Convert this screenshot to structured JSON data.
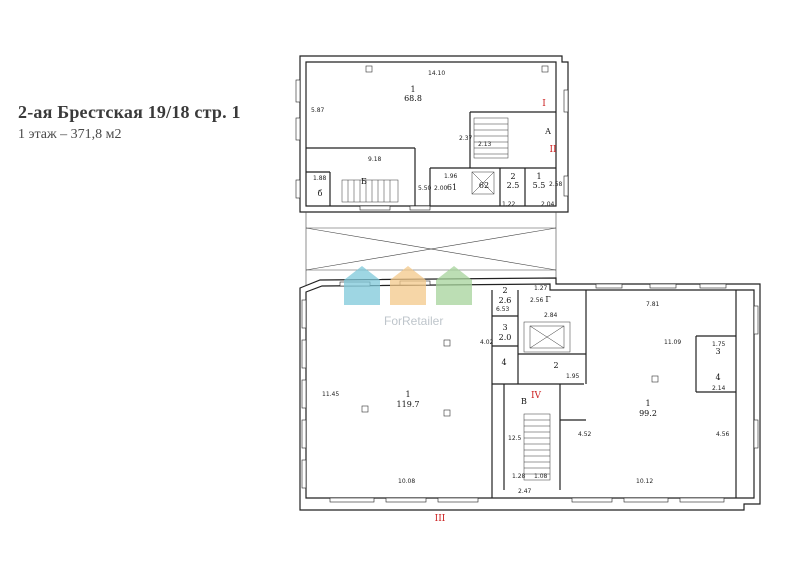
{
  "heading": {
    "title": "2-ая Брестская 19/18 стр. 1",
    "subtitle": "1 этаж – 371,8 м2"
  },
  "watermark": {
    "text": "ForRetailer",
    "colors": [
      "#7ec8d9",
      "#f4c98a",
      "#a6d49b"
    ]
  },
  "plan": {
    "rooms": [
      {
        "number": "1",
        "area": "68.8"
      },
      {
        "number": "1",
        "area": "119.7"
      },
      {
        "number": "1",
        "area": "99.2"
      },
      {
        "number": "1",
        "area": "5.5"
      },
      {
        "number": "2",
        "area": "2.5"
      },
      {
        "number": "2",
        "area": "2.6"
      },
      {
        "number": "3",
        "area": "2.0"
      }
    ],
    "room_labels": [
      "А",
      "Б",
      "В",
      "Г",
      "б",
      "61",
      "62",
      "4",
      "2",
      "3",
      "4"
    ],
    "section_marks": [
      "I",
      "II",
      "III",
      "IV"
    ],
    "dimensions": [
      "14.10",
      "5.87",
      "9.18",
      "2.37",
      "2.13",
      "1.88",
      "1.96",
      "2.00",
      "5.50",
      "1.22",
      "2.04",
      "2.58",
      "1.27",
      "6.53",
      "2.84",
      "2.56",
      "4.02",
      "7.81",
      "11.09",
      "11.45",
      "10.08",
      "1.95",
      "4.52",
      "4.56",
      "1.75",
      "2.14",
      "10.12",
      "1.28",
      "1.08",
      "2.47",
      "12.5"
    ]
  }
}
